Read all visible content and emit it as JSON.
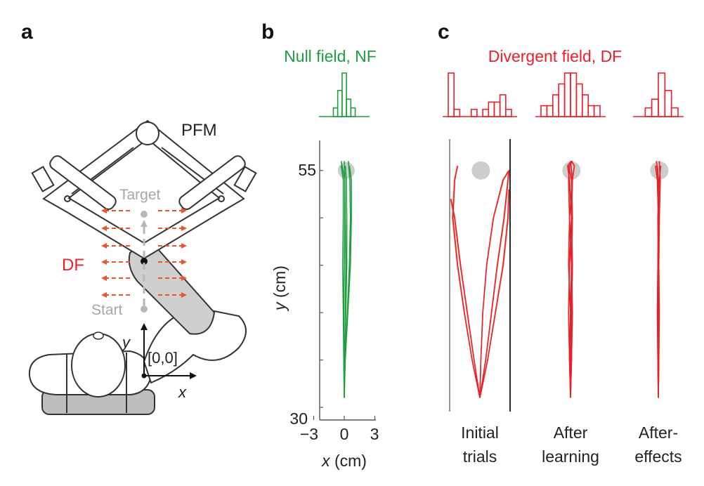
{
  "panels": {
    "a": "a",
    "b": "b",
    "c": "c"
  },
  "panel_a": {
    "device_label": "PFM",
    "target_label": "Target",
    "start_label": "Start",
    "field_label": "DF",
    "origin_label": "[0,0]",
    "x_axis_label": "x",
    "y_axis_label": "y"
  },
  "colors": {
    "null_field": "#1e9e3e",
    "divergent_field": "#e8212b",
    "divergent_light": "#f08a5d",
    "force_arrow": "#e8572b",
    "target_disc": "#cdcdcd",
    "device": "#333333"
  },
  "chart_data": [
    {
      "type": "line",
      "title": "Null field, NF",
      "xlabel": "x (cm)",
      "ylabel": "y (cm)",
      "xlim": [
        -3,
        3
      ],
      "ylim": [
        30,
        57
      ],
      "x_ticks": [
        "−3",
        "0",
        "3"
      ],
      "y_ticks": [
        "55",
        "30"
      ],
      "histogram": [
        0,
        0,
        1,
        3,
        5,
        2,
        1,
        0,
        0
      ],
      "series": [
        {
          "x": [
            0.0,
            0.05,
            0.1,
            0.15,
            0.1,
            0.05,
            -0.3
          ],
          "y": [
            31,
            35,
            40,
            45,
            50,
            54,
            56
          ]
        },
        {
          "x": [
            0.0,
            -0.05,
            -0.1,
            -0.15,
            -0.1,
            -0.1,
            -0.3
          ],
          "y": [
            31,
            35,
            40,
            45,
            50,
            54,
            55.5
          ]
        },
        {
          "x": [
            0.0,
            0.0,
            0.15,
            0.25,
            0.25,
            0.2,
            0.1
          ],
          "y": [
            31,
            35,
            40,
            45,
            50,
            54,
            55.5
          ]
        },
        {
          "x": [
            0.0,
            -0.05,
            -0.05,
            0.0,
            0.05,
            0.05,
            0.0
          ],
          "y": [
            31,
            35,
            40,
            45,
            50,
            54,
            56
          ]
        },
        {
          "x": [
            0.0,
            0.05,
            0.3,
            0.5,
            0.6,
            0.55,
            0.4
          ],
          "y": [
            31,
            35,
            40,
            45,
            50,
            54,
            56
          ]
        },
        {
          "x": [
            0.0,
            0.1,
            0.35,
            0.6,
            0.7,
            0.7,
            0.5
          ],
          "y": [
            31,
            35,
            40,
            45,
            50,
            54,
            55.5
          ]
        }
      ]
    },
    {
      "type": "line",
      "title": "Divergent field, DF",
      "xlim": [
        -3,
        3
      ],
      "ylim": [
        30,
        57
      ],
      "subplots": [
        {
          "caption": [
            "Initial",
            "trials"
          ],
          "histogram": [
            6,
            1,
            0,
            0,
            1,
            0,
            1,
            2,
            2,
            3,
            1
          ],
          "series": [
            {
              "x": [
                0.0,
                -0.8,
                -1.6,
                -2.3,
                -2.8,
                -2.6,
                -2.3
              ],
              "y": [
                31,
                35,
                40,
                45,
                50,
                54,
                55.5
              ]
            },
            {
              "x": [
                0.0,
                -0.6,
                -1.3,
                -2.0,
                -2.6,
                -3.0
              ],
              "y": [
                31,
                35,
                40,
                45,
                50,
                52
              ]
            },
            {
              "x": [
                0.0,
                0.8,
                1.6,
                2.4,
                2.9,
                3.0
              ],
              "y": [
                31,
                35,
                40,
                45,
                50,
                53
              ]
            },
            {
              "x": [
                0.0,
                0.6,
                1.2,
                1.8,
                2.5,
                3.0
              ],
              "y": [
                31,
                35,
                40,
                45,
                50,
                55
              ]
            },
            {
              "x": [
                0.0,
                0.1,
                0.3,
                0.7,
                1.4,
                2.4,
                3.0
              ],
              "y": [
                31,
                35,
                40,
                45,
                50,
                54,
                55
              ]
            }
          ]
        },
        {
          "caption": [
            "After",
            "learning"
          ],
          "histogram": [
            1,
            1,
            2,
            3,
            4,
            4,
            3,
            2,
            1,
            1
          ],
          "series": [
            {
              "x": [
                0.0,
                0.1,
                0.2,
                0.1,
                -0.1,
                -0.2,
                -0.1,
                0.2
              ],
              "y": [
                31,
                35,
                40,
                45,
                50,
                54,
                55.5,
                56
              ]
            },
            {
              "x": [
                0.0,
                -0.1,
                -0.2,
                -0.1,
                0.1,
                0.2,
                0.0
              ],
              "y": [
                31,
                35,
                40,
                45,
                50,
                54,
                56
              ]
            },
            {
              "x": [
                0.0,
                0.0,
                0.1,
                0.2,
                0.1,
                -0.1,
                -0.3,
                0.1
              ],
              "y": [
                31,
                35,
                40,
                45,
                50,
                54,
                55.5,
                56
              ]
            },
            {
              "x": [
                0.0,
                0.1,
                0.0,
                -0.2,
                -0.1,
                0.2,
                0.4,
                0.1
              ],
              "y": [
                31,
                35,
                40,
                45,
                50,
                54,
                55.5,
                56
              ]
            },
            {
              "x": [
                0.0,
                -0.1,
                0.0,
                0.1,
                0.2,
                0.1,
                -0.2
              ],
              "y": [
                31,
                35,
                40,
                45,
                50,
                54,
                55.5
              ]
            }
          ]
        },
        {
          "caption": [
            "After-",
            "effects"
          ],
          "histogram": [
            0,
            1,
            2,
            5,
            3,
            1
          ],
          "series": [
            {
              "x": [
                0.0,
                0.05,
                0.1,
                0.05,
                0.0,
                -0.1,
                -0.3
              ],
              "y": [
                31,
                35,
                40,
                45,
                50,
                54,
                55.5
              ]
            },
            {
              "x": [
                0.0,
                0.0,
                -0.05,
                -0.05,
                0.0,
                0.0,
                -0.1
              ],
              "y": [
                31,
                35,
                40,
                45,
                50,
                54,
                55.5
              ]
            },
            {
              "x": [
                0.0,
                -0.05,
                0.0,
                0.05,
                0.1,
                0.2,
                0.1
              ],
              "y": [
                31,
                35,
                40,
                45,
                50,
                54,
                56
              ]
            },
            {
              "x": [
                0.0,
                0.05,
                0.05,
                0.0,
                -0.05,
                0.1,
                0.25
              ],
              "y": [
                31,
                35,
                40,
                45,
                50,
                54,
                55.5
              ]
            },
            {
              "x": [
                0.0,
                -0.05,
                -0.1,
                -0.05,
                0.05,
                0.0,
                -0.2
              ],
              "y": [
                31,
                35,
                40,
                45,
                50,
                54,
                56
              ]
            }
          ]
        }
      ]
    }
  ]
}
